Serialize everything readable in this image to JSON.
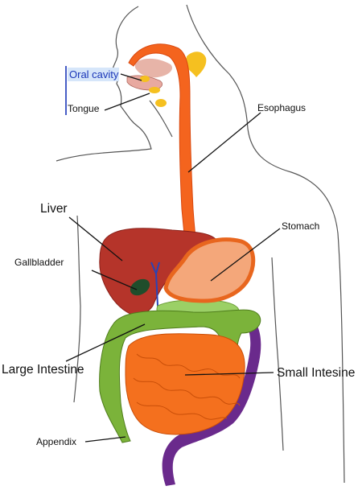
{
  "labels": {
    "oral_cavity": "Oral cavity",
    "tongue": "Tongue",
    "esophagus": "Esophagus",
    "liver": "Liver",
    "stomach": "Stomach",
    "gallbladder": "Gallbladder",
    "large_intestine": "Large Intestine",
    "small_intestine": "Small Intesine",
    "appendix": "Appendix"
  },
  "colors": {
    "esophagus": "#f4641e",
    "liver": "#b5342a",
    "stomach": "#f4a77a",
    "gallbladder": "#1f4d2b",
    "large_intestine": "#7bb33a",
    "small_intestine": "#f4701e",
    "rectum": "#6a2a8c",
    "salivary_gland": "#f5c020",
    "pancreas": "#9bd066",
    "bile_duct": "#2844b8",
    "body_outline": "#555555"
  }
}
